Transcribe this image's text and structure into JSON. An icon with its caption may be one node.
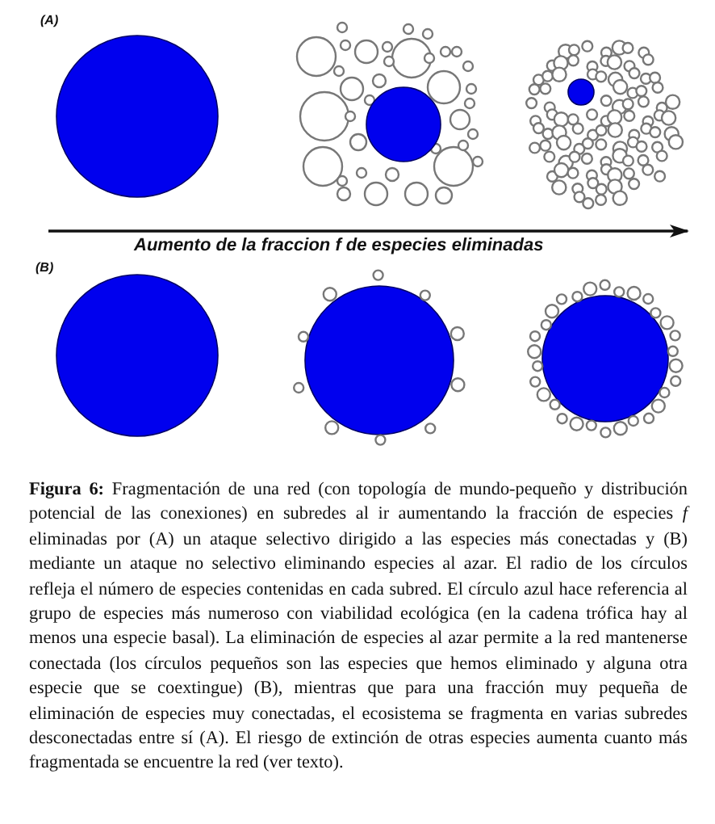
{
  "diagram": {
    "caption": "**Figura 6:** Fragmentación de una red (con topología de mundo-pequeño y distribución potencial de las conexiones) en subredes al ir aumentando la fracción de especies *f* eliminadas por (A) un ataque selectivo dirigido a las especies más conectadas y (B) mediante un ataque no selectivo eliminando especies al azar. El radio de los círculos refleja el número de especies contenidas en cada subred. El círculo azul hace referencia al grupo de especies más numeroso con viabilidad ecológica (en la cadena trófica hay al menos una especie basal). La eliminación de especies al azar permite a la red mantenerse conectada (los círculos pequeños son las especies que hemos eliminado y alguna otra especie que se coextingue) (B), mientras que para una fracción muy pequeña de eliminación de especies muy conectadas, el ecosistema se fragmenta en varias subredes desconectadas entre sí (A). El riesgo de extinción de otras especies aumenta cuanto más fragmentada se encuentre la red (ver texto).",
    "labels": [
      "(A)",
      "Aumento de la fraccion f de especies eliminadas",
      "(B)"
    ]
  }
}
